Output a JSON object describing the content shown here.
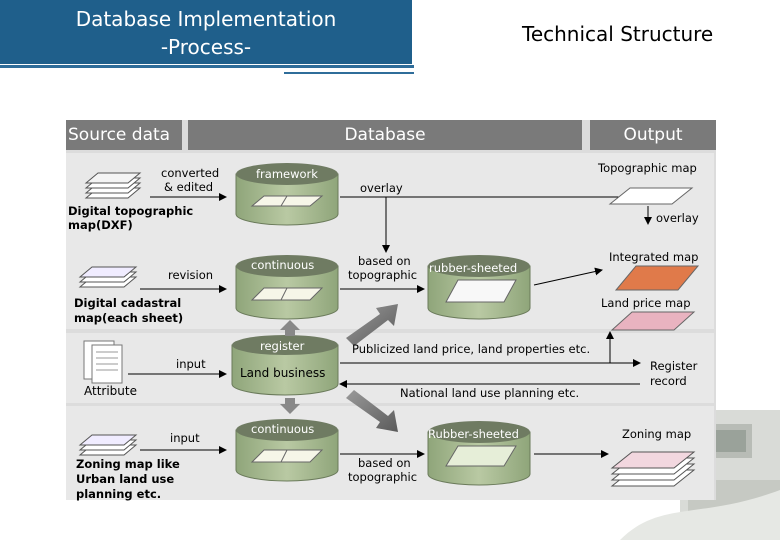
{
  "slide": {
    "title_line1": "Database Implementation",
    "title_line2": "-Process-",
    "section_title": "Technical Structure"
  },
  "diagram": {
    "headers": {
      "source": "Source data",
      "database": "Database",
      "output": "Output"
    },
    "source_rows": [
      {
        "label_line1": "Digital topographic",
        "label_line2": "map(DXF)",
        "arrow_label_line1": "converted",
        "arrow_label_line2": "& edited"
      },
      {
        "label_line1": "Digital cadastral",
        "label_line2": "map(each sheet)",
        "arrow_label": "revision"
      },
      {
        "label": "Attribute",
        "arrow_label": "input"
      },
      {
        "label_line1": "Zoning map like",
        "label_line2": "Urban land use",
        "label_line3": "planning etc.",
        "arrow_label": "input"
      }
    ],
    "databases": {
      "framework": "framework",
      "continuous_1": "continuous",
      "register": "register",
      "land_business": "Land business",
      "continuous_2": "continuous",
      "rubber_sheeted_1": "rubber-sheeted",
      "rubber_sheeted_2": "Rubber-sheeted"
    },
    "flow_labels": {
      "overlay_1": "overlay",
      "overlay_2": "overlay",
      "based_on_1_line1": "based on",
      "based_on_1_line2": "topographic",
      "based_on_2_line1": "based on",
      "based_on_2_line2": "topographic",
      "publicized": "Publicized land price, land properties etc.",
      "national": "National land use planning etc."
    },
    "outputs": {
      "topographic_map": "Topographic map",
      "integrated_map": "Integrated map",
      "land_price_map": "Land price map",
      "register_record_line1": "Register",
      "register_record_line2": "record",
      "zoning_map": "Zoning map"
    },
    "colors": {
      "header_bg": "#7a7a7a",
      "panel_bg": "#e6e6e6",
      "cylinder_fill": "#a6b98e",
      "cylinder_top": "#6f7b62",
      "title_bar": "#1f5f8b"
    }
  }
}
